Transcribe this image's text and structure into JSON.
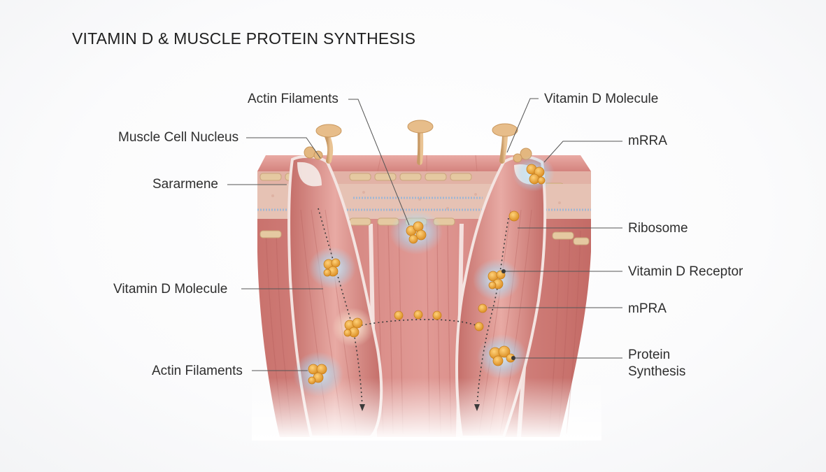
{
  "title": "VITAMIN D & MUSCLE PROTEIN SYNTHESIS",
  "labels": {
    "actin_filaments_top": "Actin Filaments",
    "muscle_cell_nucleus": "Muscle Cell Nucleus",
    "sararmene": "Sararmene",
    "vitamin_d_molecule_left": "Vitamin D Molecule",
    "actin_filaments_bottom": "Actin Filaments",
    "vitamin_d_molecule_right": "Vitamin D Molecule",
    "mrra": "mRRA",
    "ribosome": "Ribosome",
    "vitamin_d_receptor": "Vitamin D Receptor",
    "mpra": "mPRA",
    "protein": "Protein",
    "synthesis": "Synthesis"
  },
  "colors": {
    "muscle": "#d98a86",
    "muscle_dark": "#b8605c",
    "tendon": "#f3e6e3",
    "molecule": "#e9a23b",
    "glow": "#bfe3f7",
    "leader_line": "#555555"
  }
}
